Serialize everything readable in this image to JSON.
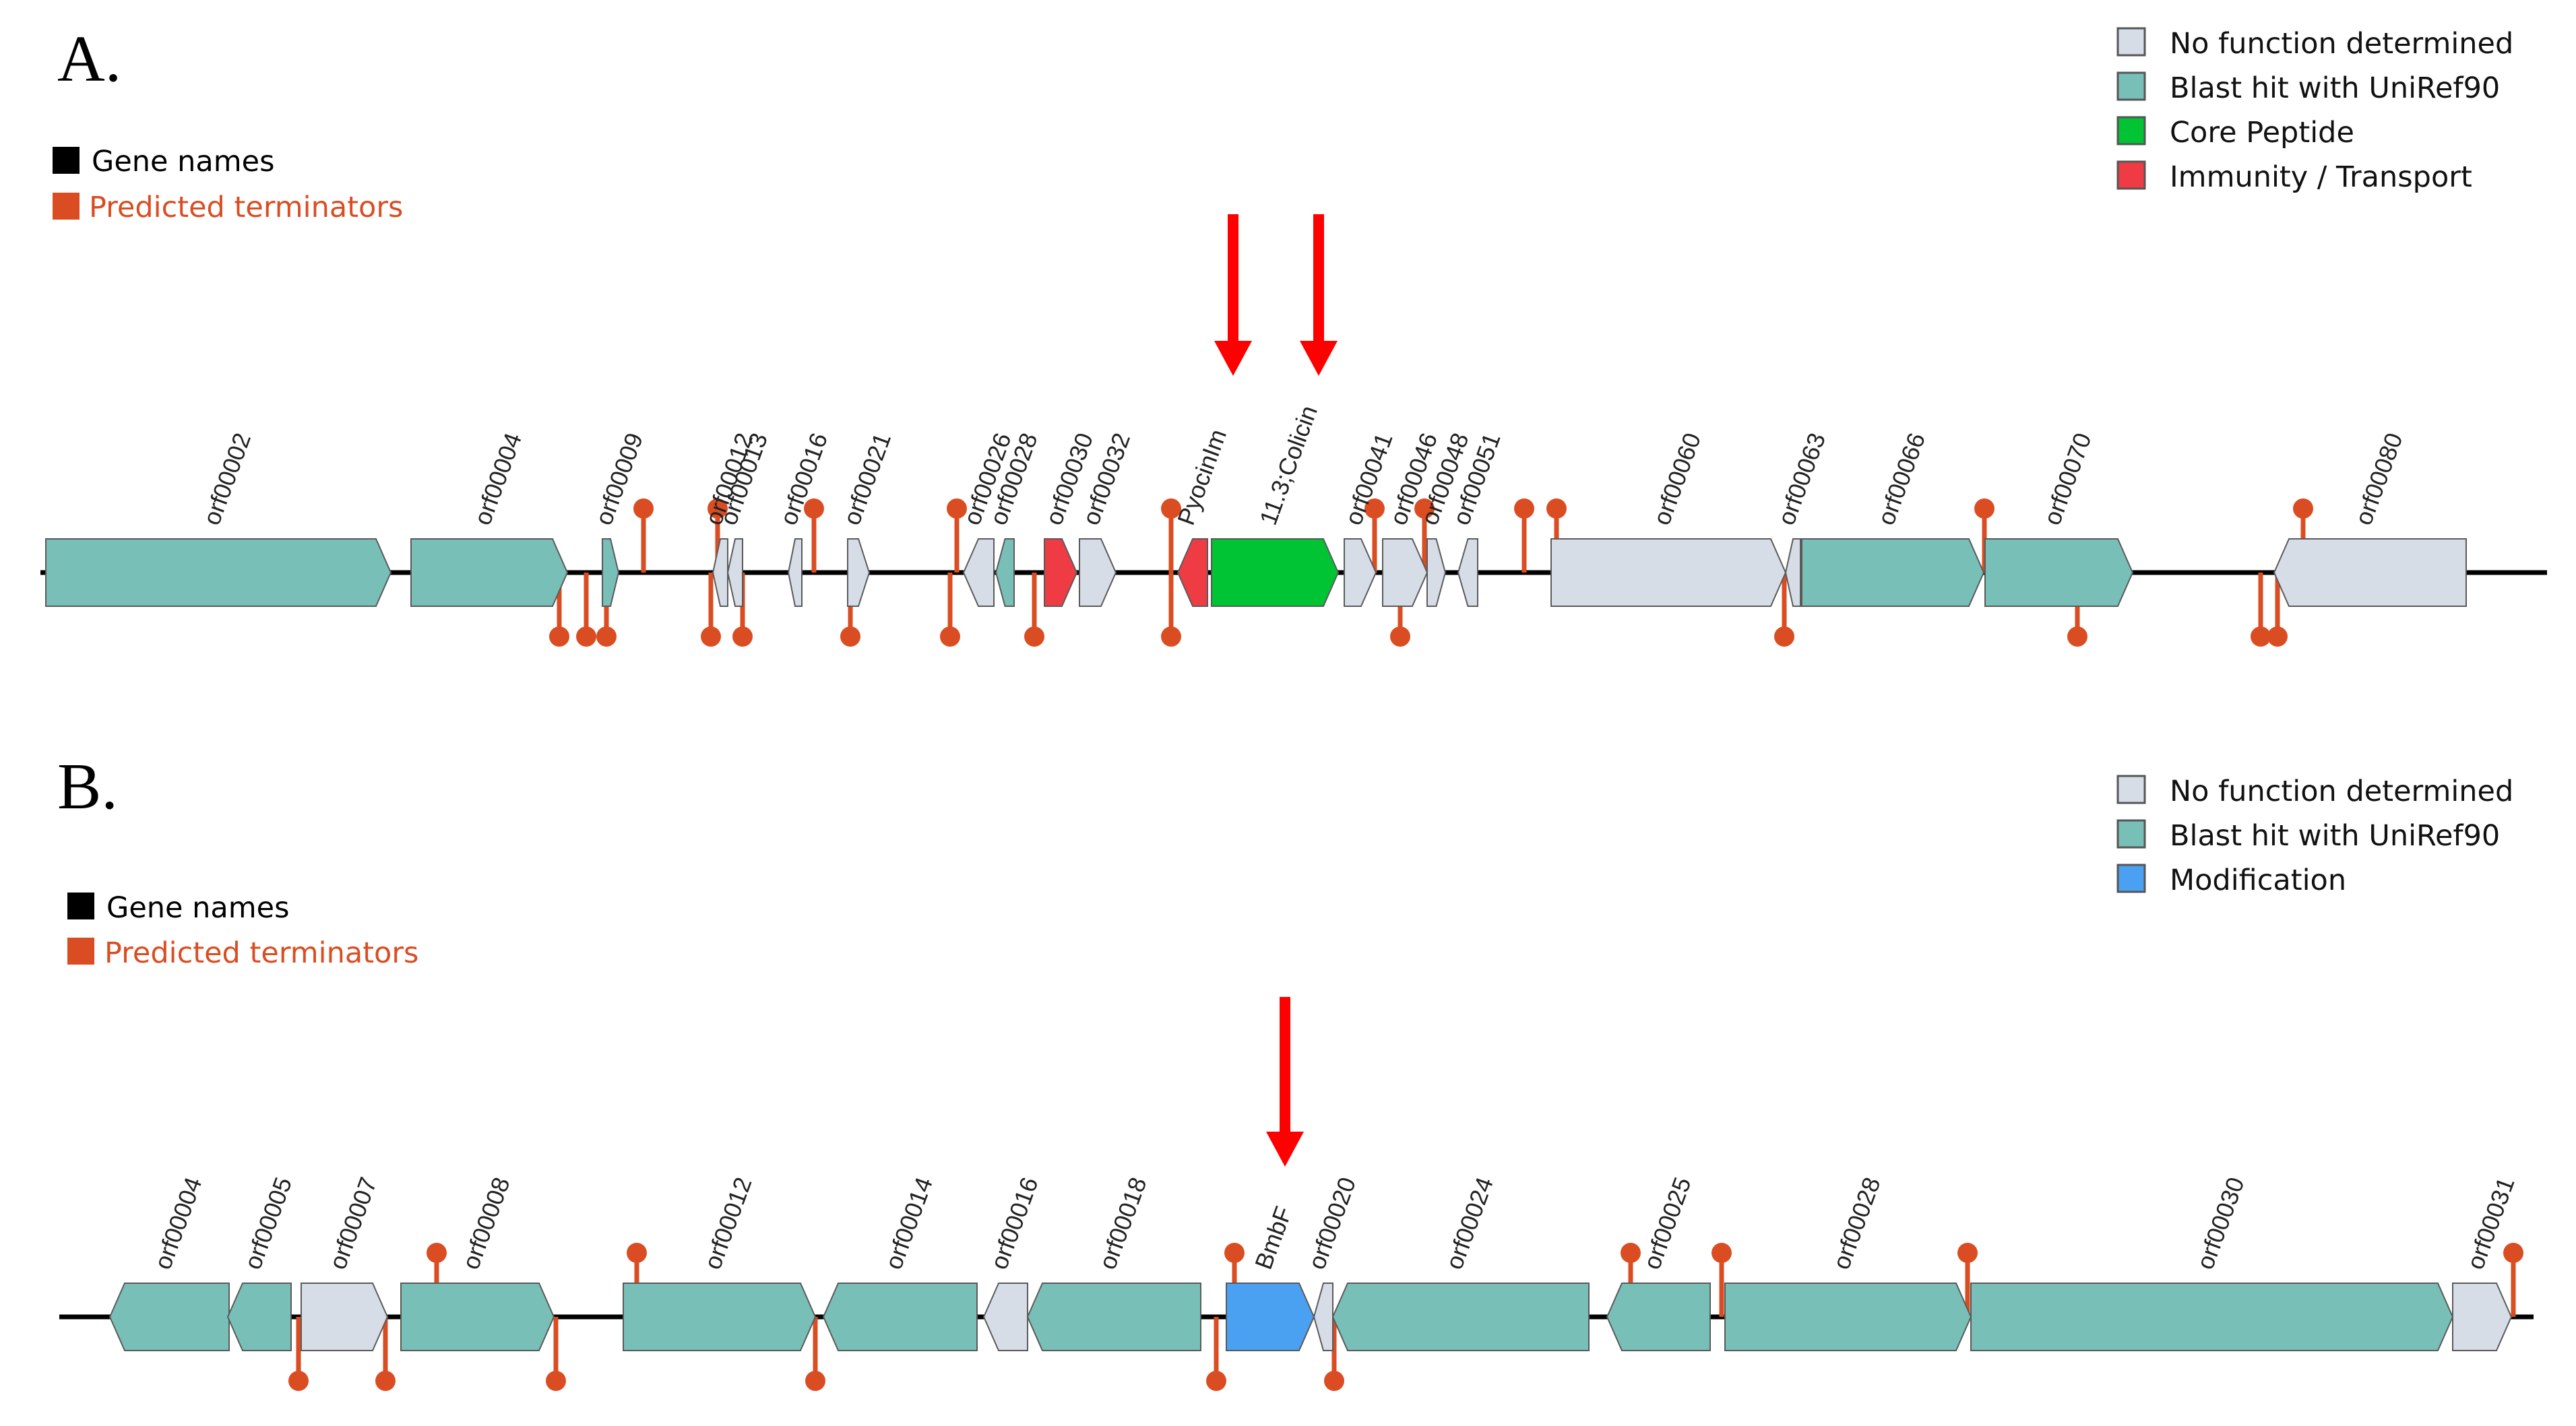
{
  "colors": {
    "no_function": "#d6dde6",
    "blast_hit": "#78bfb7",
    "core_peptide": "#00c434",
    "immunity": "#ef3c44",
    "modification": "#4aa0f1",
    "terminator": "#da4d22",
    "arrow": "#ff0000",
    "gene_outline": "#5a5a5a",
    "backbone": "#000000"
  },
  "panels": [
    {
      "id": "A",
      "letter": "A.",
      "left_legend": [
        {
          "label": "Gene names",
          "color": "#000000",
          "text_color": "#000000"
        },
        {
          "label": "Predicted terminators",
          "color": "#da4d22",
          "text_color": "#da4d22"
        }
      ],
      "right_legend": [
        {
          "label": "No function determined",
          "color": "#d6dde6"
        },
        {
          "label": "Blast hit with UniRef90",
          "color": "#78bfb7"
        },
        {
          "label": "Core Peptide",
          "color": "#00c434"
        },
        {
          "label": "Immunity / Transport",
          "color": "#ef3c44"
        }
      ],
      "genes": [
        {
          "name": "orf00002",
          "start": 68,
          "end": 580,
          "strand": 1,
          "type": "blast"
        },
        {
          "name": "orf00004",
          "start": 610,
          "end": 842,
          "strand": 1,
          "type": "blast"
        },
        {
          "name": "orf00009",
          "start": 894,
          "end": 918,
          "strand": 1,
          "type": "blast"
        },
        {
          "name": "orf00012",
          "start": 1058,
          "end": 1080,
          "strand": -1,
          "type": "nofunc"
        },
        {
          "name": "orf00013",
          "start": 1080,
          "end": 1102,
          "strand": -1,
          "type": "nofunc"
        },
        {
          "name": "orf00016",
          "start": 1170,
          "end": 1190,
          "strand": -1,
          "type": "nofunc"
        },
        {
          "name": "orf00021",
          "start": 1258,
          "end": 1290,
          "strand": 1,
          "type": "nofunc"
        },
        {
          "name": "orf00026",
          "start": 1430,
          "end": 1475,
          "strand": -1,
          "type": "nofunc"
        },
        {
          "name": "orf00028",
          "start": 1478,
          "end": 1505,
          "strand": -1,
          "type": "blast"
        },
        {
          "name": "orf00030",
          "start": 1550,
          "end": 1598,
          "strand": 1,
          "type": "immunity"
        },
        {
          "name": "orf00032",
          "start": 1602,
          "end": 1656,
          "strand": 1,
          "type": "nofunc"
        },
        {
          "name": "PyocinIm",
          "start": 1748,
          "end": 1792,
          "strand": -1,
          "type": "immunity"
        },
        {
          "name": "11.3;Colicin",
          "start": 1798,
          "end": 1986,
          "strand": 1,
          "type": "core"
        },
        {
          "name": "orf00041",
          "start": 1995,
          "end": 2042,
          "strand": 1,
          "type": "nofunc"
        },
        {
          "name": "orf00046",
          "start": 2052,
          "end": 2118,
          "strand": 1,
          "type": "nofunc"
        },
        {
          "name": "orf00048",
          "start": 2118,
          "end": 2145,
          "strand": 1,
          "type": "nofunc"
        },
        {
          "name": "orf00051",
          "start": 2164,
          "end": 2193,
          "strand": -1,
          "type": "nofunc"
        },
        {
          "name": "orf00060",
          "start": 2302,
          "end": 2650,
          "strand": 1,
          "type": "nofunc"
        },
        {
          "name": "orf00063",
          "start": 2650,
          "end": 2672,
          "strand": -1,
          "type": "nofunc"
        },
        {
          "name": "orf00066",
          "start": 2674,
          "end": 2944,
          "strand": 1,
          "type": "blast"
        },
        {
          "name": "orf00070",
          "start": 2946,
          "end": 3165,
          "strand": 1,
          "type": "blast"
        },
        {
          "name": "orf00080",
          "start": 3375,
          "end": 3660,
          "strand": -1,
          "type": "nofunc"
        }
      ],
      "terminators": [
        {
          "pos": 955,
          "dir": "up"
        },
        {
          "pos": 1065,
          "dir": "up"
        },
        {
          "pos": 1208,
          "dir": "up"
        },
        {
          "pos": 1420,
          "dir": "up"
        },
        {
          "pos": 1738,
          "dir": "up"
        },
        {
          "pos": 2040,
          "dir": "up"
        },
        {
          "pos": 2114,
          "dir": "up"
        },
        {
          "pos": 2262,
          "dir": "up"
        },
        {
          "pos": 2310,
          "dir": "up"
        },
        {
          "pos": 2945,
          "dir": "up"
        },
        {
          "pos": 3418,
          "dir": "up"
        },
        {
          "pos": 830,
          "dir": "down"
        },
        {
          "pos": 870,
          "dir": "down"
        },
        {
          "pos": 900,
          "dir": "down"
        },
        {
          "pos": 1055,
          "dir": "down"
        },
        {
          "pos": 1102,
          "dir": "down"
        },
        {
          "pos": 1262,
          "dir": "down"
        },
        {
          "pos": 1410,
          "dir": "down"
        },
        {
          "pos": 1535,
          "dir": "down"
        },
        {
          "pos": 1738,
          "dir": "down"
        },
        {
          "pos": 2078,
          "dir": "down"
        },
        {
          "pos": 2648,
          "dir": "down"
        },
        {
          "pos": 3083,
          "dir": "down"
        },
        {
          "pos": 3355,
          "dir": "down"
        },
        {
          "pos": 3380,
          "dir": "down"
        }
      ],
      "arrows": [
        1830,
        1957
      ]
    },
    {
      "id": "B",
      "letter": "B.",
      "left_legend": [
        {
          "label": "Gene names",
          "color": "#000000",
          "text_color": "#000000"
        },
        {
          "label": "Predicted terminators",
          "color": "#da4d22",
          "text_color": "#da4d22"
        }
      ],
      "right_legend": [
        {
          "label": "No function determined",
          "color": "#d6dde6"
        },
        {
          "label": "Blast hit with UniRef90",
          "color": "#78bfb7"
        },
        {
          "label": "Modification",
          "color": "#4aa0f1"
        }
      ],
      "genes": [
        {
          "name": "orf00004",
          "start": 163,
          "end": 340,
          "strand": -1,
          "type": "blast"
        },
        {
          "name": "orf00005",
          "start": 338,
          "end": 432,
          "strand": -1,
          "type": "blast"
        },
        {
          "name": "orf00007",
          "start": 447,
          "end": 575,
          "strand": 1,
          "type": "nofunc"
        },
        {
          "name": "orf00008",
          "start": 595,
          "end": 822,
          "strand": 1,
          "type": "blast"
        },
        {
          "name": "orf00012",
          "start": 925,
          "end": 1210,
          "strand": 1,
          "type": "blast"
        },
        {
          "name": "orf00014",
          "start": 1222,
          "end": 1450,
          "strand": -1,
          "type": "blast"
        },
        {
          "name": "orf00016",
          "start": 1460,
          "end": 1525,
          "strand": -1,
          "type": "nofunc"
        },
        {
          "name": "orf00018",
          "start": 1525,
          "end": 1782,
          "strand": -1,
          "type": "blast"
        },
        {
          "name": "BmbF",
          "start": 1820,
          "end": 1950,
          "strand": 1,
          "type": "modification"
        },
        {
          "name": "orf00020",
          "start": 1950,
          "end": 1978,
          "strand": -1,
          "type": "nofunc"
        },
        {
          "name": "orf00024",
          "start": 1978,
          "end": 2358,
          "strand": -1,
          "type": "blast"
        },
        {
          "name": "orf00025",
          "start": 2385,
          "end": 2538,
          "strand": -1,
          "type": "blast"
        },
        {
          "name": "orf00028",
          "start": 2560,
          "end": 2925,
          "strand": 1,
          "type": "blast"
        },
        {
          "name": "orf00030",
          "start": 2925,
          "end": 3640,
          "strand": 1,
          "type": "blast"
        },
        {
          "name": "orf00031",
          "start": 3640,
          "end": 3727,
          "strand": 1,
          "type": "nofunc"
        }
      ],
      "terminators": [
        {
          "pos": 648,
          "dir": "up"
        },
        {
          "pos": 945,
          "dir": "up"
        },
        {
          "pos": 1832,
          "dir": "up"
        },
        {
          "pos": 2420,
          "dir": "up"
        },
        {
          "pos": 2555,
          "dir": "up"
        },
        {
          "pos": 2920,
          "dir": "up"
        },
        {
          "pos": 3730,
          "dir": "up"
        },
        {
          "pos": 443,
          "dir": "down"
        },
        {
          "pos": 572,
          "dir": "down"
        },
        {
          "pos": 825,
          "dir": "down"
        },
        {
          "pos": 1210,
          "dir": "down"
        },
        {
          "pos": 1805,
          "dir": "down"
        },
        {
          "pos": 1980,
          "dir": "down"
        }
      ],
      "arrows": [
        1907
      ]
    }
  ]
}
